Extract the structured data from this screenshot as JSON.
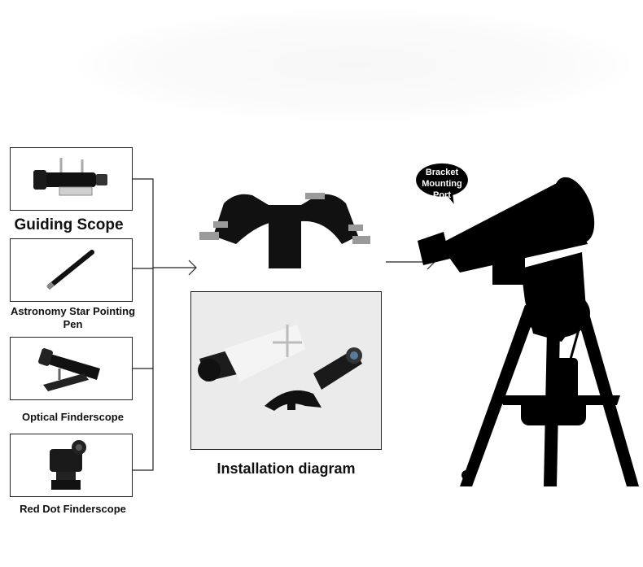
{
  "accessories": [
    {
      "label": "Guiding Scope"
    },
    {
      "label": "Astronomy Star Pointing Pen"
    },
    {
      "label": "Optical Finderscope"
    },
    {
      "label": "Red Dot Finderscope"
    }
  ],
  "installation_label": "Installation diagram",
  "bubble": {
    "line1": "Bracket",
    "line2": "Mounting",
    "line3": "Port"
  },
  "colors": {
    "line": "#222222",
    "silhouette": "#000000",
    "bubble": "#000000"
  }
}
